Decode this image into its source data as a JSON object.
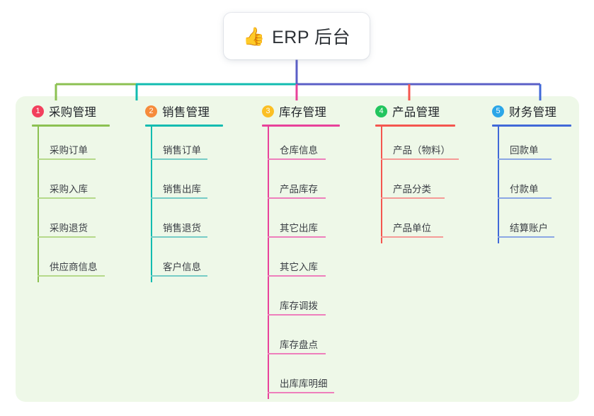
{
  "diagram": {
    "root": {
      "icon": "thumbs-up-icon",
      "emoji": "👍",
      "title": "ERP 后台"
    },
    "panel_color": "#eef8e8",
    "stem_color": "#5b5fc7",
    "columns": [
      {
        "index": "1",
        "title": "采购管理",
        "badge_color": "#f2405d",
        "line_color": "#8cc152",
        "line_color_light": "#b5d98a",
        "items": [
          {
            "label": "采购订单"
          },
          {
            "label": "采购入库"
          },
          {
            "label": "采购退货"
          },
          {
            "label": "供应商信息"
          }
        ]
      },
      {
        "index": "2",
        "title": "销售管理",
        "badge_color": "#f68b3c",
        "line_color": "#12bcb0",
        "line_color_light": "#76ccc6",
        "items": [
          {
            "label": "销售订单"
          },
          {
            "label": "销售出库"
          },
          {
            "label": "销售退货"
          },
          {
            "label": "客户信息"
          }
        ]
      },
      {
        "index": "3",
        "title": "库存管理",
        "badge_color": "#fbbf24",
        "line_color": "#e8429a",
        "line_color_light": "#ee7fbc",
        "items": [
          {
            "label": "仓库信息"
          },
          {
            "label": "产品库存"
          },
          {
            "label": "其它出库"
          },
          {
            "label": "其它入库"
          },
          {
            "label": "库存调拨"
          },
          {
            "label": "库存盘点"
          },
          {
            "label": "出库库明细"
          }
        ]
      },
      {
        "index": "4",
        "title": "产品管理",
        "badge_color": "#22c55e",
        "line_color": "#f4564f",
        "line_color_light": "#f59a96",
        "items": [
          {
            "label": "产品（物料）"
          },
          {
            "label": "产品分类"
          },
          {
            "label": "产品单位"
          }
        ]
      },
      {
        "index": "5",
        "title": "财务管理",
        "badge_color": "#2ba6e8",
        "line_color": "#4169d8",
        "line_color_light": "#8ba6e4",
        "items": [
          {
            "label": "回款单"
          },
          {
            "label": "付款单"
          },
          {
            "label": "结算账户"
          }
        ]
      }
    ]
  }
}
